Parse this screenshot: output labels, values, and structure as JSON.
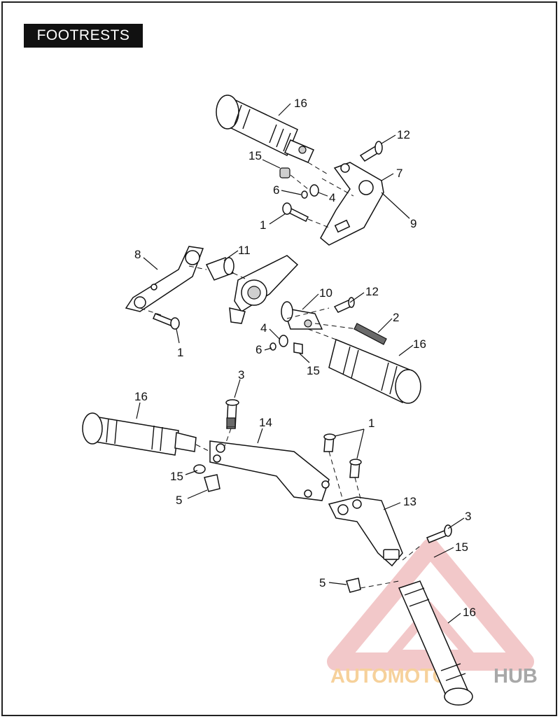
{
  "title": "FOOTRESTS",
  "callouts": [
    "16",
    "12",
    "15",
    "7",
    "6",
    "4",
    "1",
    "9",
    "8",
    "11",
    "10",
    "12",
    "2",
    "4",
    "6",
    "15",
    "16",
    "1",
    "3",
    "16",
    "14",
    "1",
    "15",
    "5",
    "13",
    "3",
    "15",
    "5",
    "16"
  ],
  "watermark": {
    "brand_part1": "AUTOMOTO",
    "brand_part2": "HUB",
    "color_main": "#f0bfc0",
    "color_accent": "#f5c98a",
    "color_hub": "#9a9a9a"
  },
  "colors": {
    "line": "#111111",
    "background": "#ffffff"
  }
}
